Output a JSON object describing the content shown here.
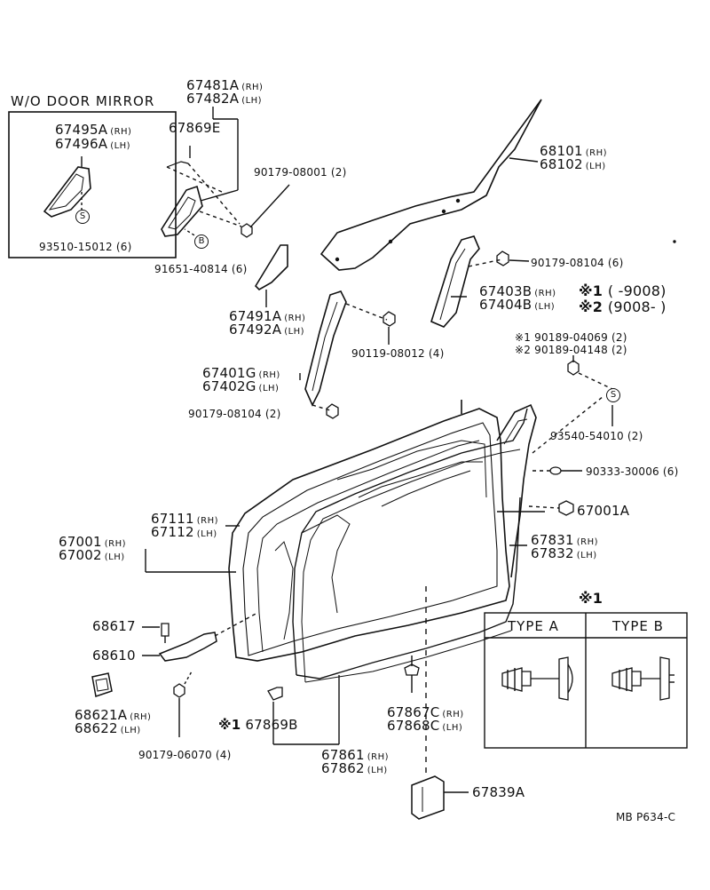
{
  "inset": {
    "title": "W/O DOOR MIRROR",
    "part1": {
      "num": "67495A",
      "side": "(RH)"
    },
    "part2": {
      "num": "67496A",
      "side": "(LH)"
    },
    "fastener": {
      "num": "93510-15012",
      "qty": "(6)"
    },
    "symbol": "S"
  },
  "labels": {
    "p67481": {
      "num": "67481A",
      "side": "(RH)"
    },
    "p67482": {
      "num": "67482A",
      "side": "(LH)"
    },
    "p67869E": "67869E",
    "p90179_08001": "90179-08001 (2)",
    "p68101": {
      "num": "68101",
      "side": "(RH)"
    },
    "p68102": {
      "num": "68102",
      "side": "(LH)"
    },
    "p91651": "91651-40814 (6)",
    "symbolB": "B",
    "p90179_08104a": "90179-08104 (6)",
    "p67491": {
      "num": "67491A",
      "side": "(RH)"
    },
    "p67492": {
      "num": "67492A",
      "side": "(LH)"
    },
    "p67403": {
      "num": "67403B",
      "side": "(RH)"
    },
    "p67404": {
      "num": "67404B",
      "side": "(LH)"
    },
    "note1": {
      "mark": "※1",
      "text": "(        -9008)"
    },
    "note2": {
      "mark": "※2",
      "text": "(9008-          )"
    },
    "p90119": "90119-08012 (4)",
    "p90189a": "※1 90189-04069 (2)",
    "p90189b": "※2 90189-04148 (2)",
    "p67401": {
      "num": "67401G",
      "side": "(RH)"
    },
    "p67402": {
      "num": "67402G",
      "side": "(LH)"
    },
    "p90179_08104b": "90179-08104 (2)",
    "symbolS": "S",
    "p93540": "93540-54010 (2)",
    "p90333": "90333-30006 (6)",
    "p67111": {
      "num": "67111",
      "side": "(RH)"
    },
    "p67112": {
      "num": "67112",
      "side": "(LH)"
    },
    "p67001A": "67001A",
    "p67001": {
      "num": "67001",
      "side": "(RH)"
    },
    "p67002": {
      "num": "67002",
      "side": "(LH)"
    },
    "p67831": {
      "num": "67831",
      "side": "(RH)"
    },
    "p67832": {
      "num": "67832",
      "side": "(LH)"
    },
    "p68617": "68617",
    "p68610": "68610",
    "p68621": {
      "num": "68621A",
      "side": "(RH)"
    },
    "p68622": {
      "num": "68622",
      "side": "(LH)"
    },
    "p67869B": {
      "mark": "※1",
      "num": "67869B"
    },
    "p67867": {
      "num": "67867C",
      "side": "(RH)"
    },
    "p67868": {
      "num": "67868C",
      "side": "(LH)"
    },
    "p90179_06070": "90179-06070 (4)",
    "p67861": {
      "num": "67861",
      "side": "(RH)"
    },
    "p67862": {
      "num": "67862",
      "side": "(LH)"
    },
    "p67839": "67839A",
    "figure_code": "MB  P634-C"
  },
  "type_table": {
    "mark": "※1",
    "col_a": "TYPE  A",
    "col_b": "TYPE  B"
  }
}
